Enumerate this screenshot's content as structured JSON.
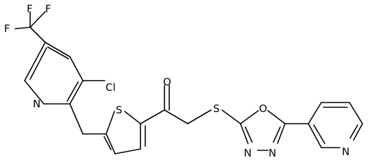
{
  "molecule": {
    "atom_labels": {
      "f_top": "F",
      "f_left": "F",
      "f_right": "F",
      "cl": "Cl",
      "n_pyridine_a": "N",
      "s_thiophene": "S",
      "o_carbonyl": "O",
      "s_thioether": "S",
      "o_oxadiazole": "O",
      "n_oxadiazole_1": "N",
      "n_oxadiazole_2": "N",
      "n_pyridine_b": "N"
    }
  }
}
